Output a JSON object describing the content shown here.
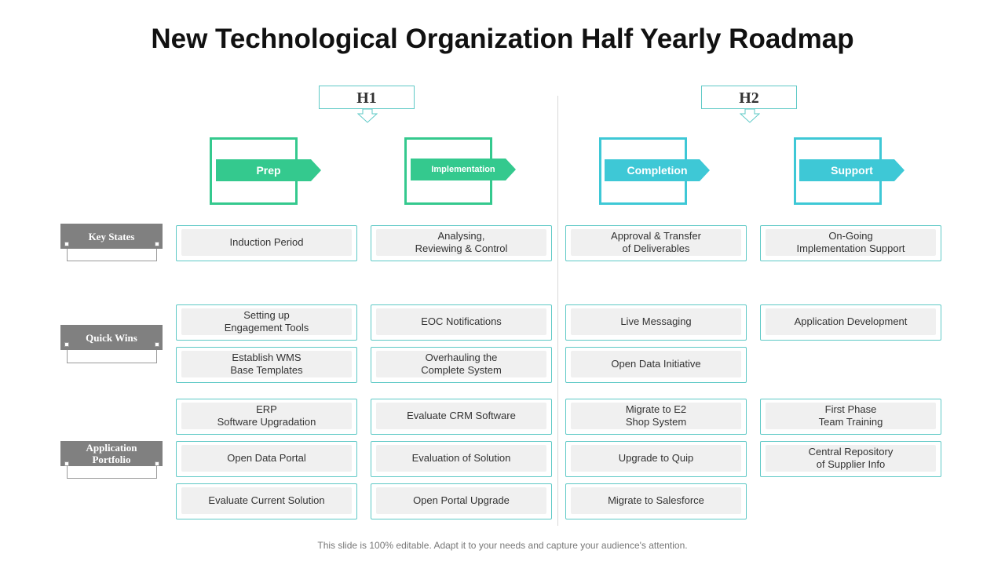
{
  "title": "New Technological Organization Half Yearly Roadmap",
  "footer": "This slide is 100% editable. Adapt it to your needs and capture your audience's attention.",
  "halves": [
    "H1",
    "H2"
  ],
  "phases": [
    {
      "label": "Prep",
      "color": "#34c98e"
    },
    {
      "label": "Implementation",
      "color": "#34c98e"
    },
    {
      "label": "Completion",
      "color": "#3ec8d6"
    },
    {
      "label": "Support",
      "color": "#3ec8d6"
    }
  ],
  "rows": [
    {
      "label": "Key States"
    },
    {
      "label": "Quick Wins"
    },
    {
      "label": "Application\nPortfolio"
    }
  ],
  "cards": {
    "key_states": [
      "Induction Period",
      "Analysing,\nReviewing  & Control",
      "Approval  & Transfer\nof Deliverables",
      "On-Going\nImplementation Support"
    ],
    "quick_wins": [
      [
        "Setting up\nEngagement Tools",
        "Establish WMS\nBase Templates"
      ],
      [
        "EOC Notifications",
        "Overhauling  the\nComplete System"
      ],
      [
        "Live  Messaging",
        "Open Data Initiative"
      ],
      [
        "Application Development"
      ]
    ],
    "app_portfolio": [
      [
        "ERP\nSoftware Upgradation",
        "Open Data Portal",
        "Evaluate  Current  Solution"
      ],
      [
        "Evaluate  CRM Software",
        "Evaluation  of Solution",
        "Open Portal Upgrade"
      ],
      [
        "Migrate to E2\nShop System",
        "Upgrade to Quip",
        "Migrate to Salesforce"
      ],
      [
        "First Phase\nTeam Training",
        "Central Repository\nof Supplier Info"
      ]
    ]
  }
}
